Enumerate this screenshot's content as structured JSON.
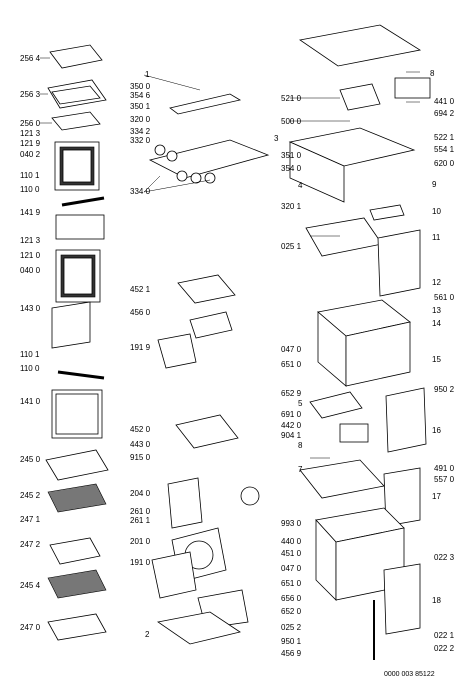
{
  "labels_left": [
    "256 4",
    "256 3",
    "256 0",
    "121 3",
    "121 9",
    "040 2",
    "110 1",
    "110 0",
    "141 9",
    "121 3",
    "121 0",
    "040 0",
    "143 0",
    "110 1",
    "110 0",
    "141 0",
    "245 0",
    "245 2",
    "247 1",
    "247 2",
    "245 4",
    "247 0"
  ],
  "labels_center_top": [
    "1",
    "350 0",
    "354 6",
    "350 1",
    "320 0",
    "334 2",
    "332 0",
    "334 0",
    "351 0",
    "354 0",
    "320 1",
    "3"
  ],
  "labels_center_bottom": [
    "452 1",
    "456 0",
    "191 9",
    "452 0",
    "443 0",
    "915 0",
    "204 0",
    "261 0",
    "261 1",
    "201 0",
    "191 0",
    "2",
    "691 0",
    "442 0",
    "904 1",
    "440 0",
    "451 0",
    "993 0",
    "047 0",
    "651 0",
    "656 0",
    "652 0",
    "025 2",
    "950 1",
    "456 9",
    "8",
    "7"
  ],
  "labels_right": [
    "8",
    "441 0",
    "694 2",
    "521 0",
    "500 0",
    "522 1",
    "554 1",
    "620 0",
    "4",
    "9",
    "10",
    "025 1",
    "11",
    "12",
    "561 0",
    "13",
    "14",
    "047 0",
    "651 0",
    "15",
    "652 9",
    "5",
    "950 2",
    "16",
    "491 0",
    "557 0",
    "17",
    "022 3",
    "18",
    "022 1",
    "022 2"
  ],
  "footer_code": "0000 003 85122"
}
